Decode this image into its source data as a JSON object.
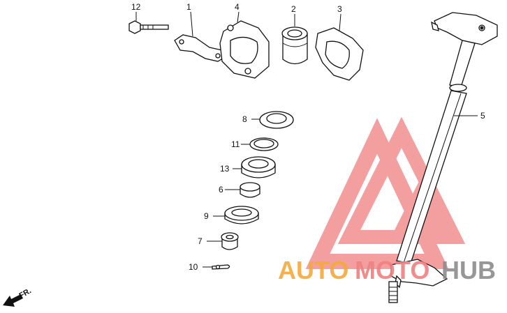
{
  "callouts": {
    "c1": "1",
    "c2": "2",
    "c3": "3",
    "c4": "4",
    "c5": "5",
    "c6": "6",
    "c7": "7",
    "c8": "8",
    "c9": "9",
    "c10": "10",
    "c11": "11",
    "c12": "12",
    "c13": "13"
  },
  "direction_label": "FR.",
  "watermark": {
    "word_part1": "AUTO",
    "word_part2": "MOTO",
    "word_part3": "HUB",
    "color_orange": "#f4a93c",
    "color_red": "#f08080",
    "color_gray": "#8c8c8c"
  },
  "icons": [
    "direction-arrow-icon",
    "watermark-logo-icon"
  ]
}
